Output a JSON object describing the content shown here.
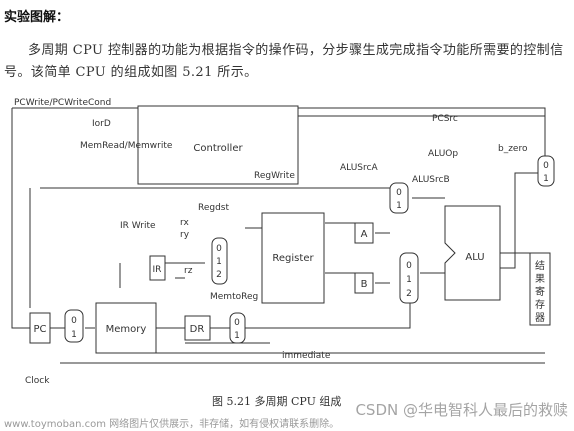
{
  "heading": "实验图解：",
  "intro": "多周期 CPU 控制器的功能为根据指令的操作码，分步骤生成完成指令功能所需要的控制信号。该简单 CPU 的组成如图 5.21 所示。",
  "blocks": {
    "controller": "Controller",
    "register": "Register",
    "alu": "ALU",
    "memory": "Memory",
    "pc": "PC",
    "ir": "IR",
    "dr": "DR",
    "a": "A",
    "b": "B",
    "result_store": "结果寄存器"
  },
  "signals": {
    "pcwrite": "PCWrite/PCWriteCond",
    "iord": "IorD",
    "memread": "MemRead/Memwrite",
    "irwrite": "IR Write",
    "regdst": "Regdst",
    "regwrite": "RegWrite",
    "memtoreg": "MemtoReg",
    "alusrca": "ALUSrcA",
    "alusrcb": "ALUSrcB",
    "aluop": "ALUOp",
    "pcsrc": "PCSrc",
    "bzero": "b_zero",
    "rx": "rx",
    "ry": "ry",
    "rz": "rz",
    "immediate": "immediate",
    "clock": "Clock"
  },
  "mux_labels": {
    "zero": "0",
    "one": "1",
    "two": "2"
  },
  "caption": "图 5.21   多周期 CPU 组成",
  "watermark_left": "www.toymoban.com 网络图片仅供展示，非存储，如有侵权请联系删除。",
  "watermark_right": "CSDN @华电智科人最后的救赎"
}
